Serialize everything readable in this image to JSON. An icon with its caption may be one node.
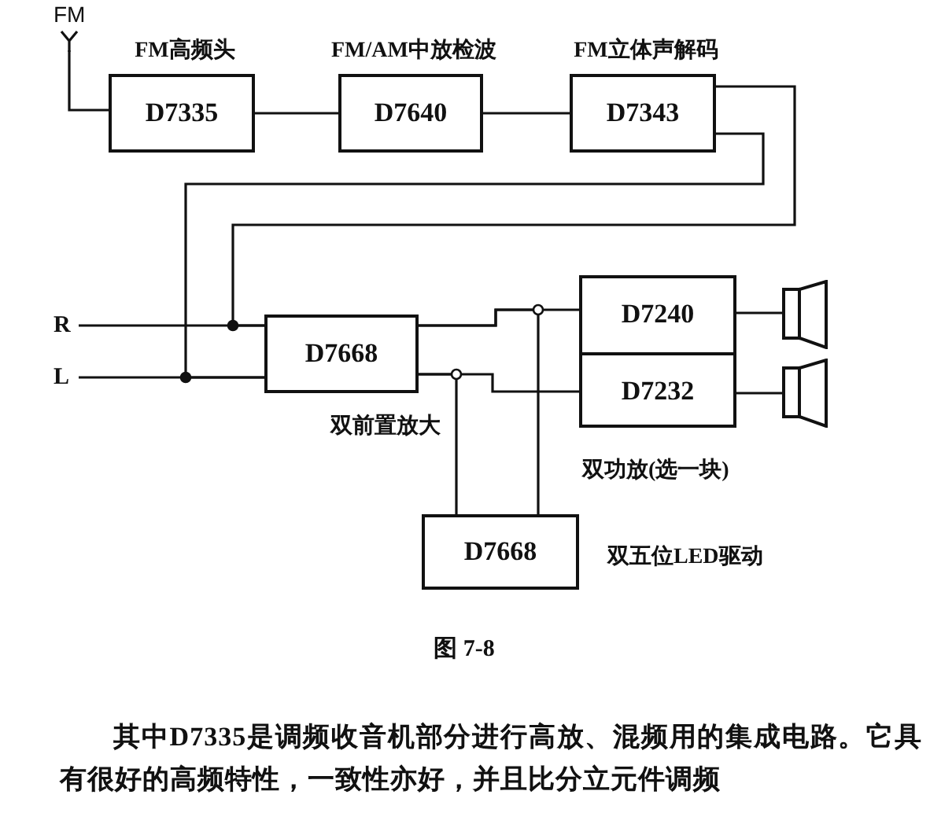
{
  "diagram": {
    "caption": "图 7-8",
    "nodes": [
      {
        "text": [
          "FM"
        ]
      },
      {
        "text": [
          "FM高频头",
          "D7335"
        ]
      },
      {
        "text": [
          "FM/AM中放检波",
          "D7640"
        ]
      },
      {
        "text": [
          "FM立体声解码",
          "D7343"
        ]
      },
      {
        "text": [
          "R"
        ]
      },
      {
        "text": [
          "L"
        ]
      },
      {
        "text": [
          "D7668",
          "双前置放大"
        ]
      },
      {
        "text": [
          "双功放(选一块)"
        ]
      },
      {
        "text": [
          "D7240"
        ],
        "in": 7
      },
      {
        "text": [
          "D7232"
        ],
        "in": 7
      },
      {
        "text": [],
        "shape": "speaker"
      },
      {
        "text": [],
        "shape": "speaker"
      },
      {
        "text": [
          "D7668",
          "双五位LED驱动"
        ]
      }
    ],
    "edges": [
      {
        "from": 0,
        "to": 1,
        "arrow": "none"
      },
      {
        "from": 1,
        "to": 2,
        "arrow": "none"
      },
      {
        "from": 2,
        "to": 3,
        "arrow": "none"
      },
      {
        "from": 3,
        "to": 6,
        "arrow": "none"
      },
      {
        "from": 3,
        "to": 6,
        "arrow": "none"
      },
      {
        "from": 4,
        "to": 6,
        "arrow": "none"
      },
      {
        "from": 5,
        "to": 6,
        "arrow": "none"
      },
      {
        "from": 6,
        "to": 8,
        "arrow": "none"
      },
      {
        "from": 6,
        "to": 9,
        "arrow": "none"
      },
      {
        "from": 6,
        "to": 12,
        "arrow": "none"
      },
      {
        "from": 6,
        "to": 12,
        "arrow": "none"
      },
      {
        "from": 8,
        "to": 10,
        "arrow": "none"
      },
      {
        "from": 9,
        "to": 11,
        "arrow": "none"
      }
    ],
    "labels": [
      "其中D7335是调频收音机部分进行高放、混频用的集成电路。它具有很好的高频特性，一致性亦好，并且比分立元件调频"
    ]
  }
}
